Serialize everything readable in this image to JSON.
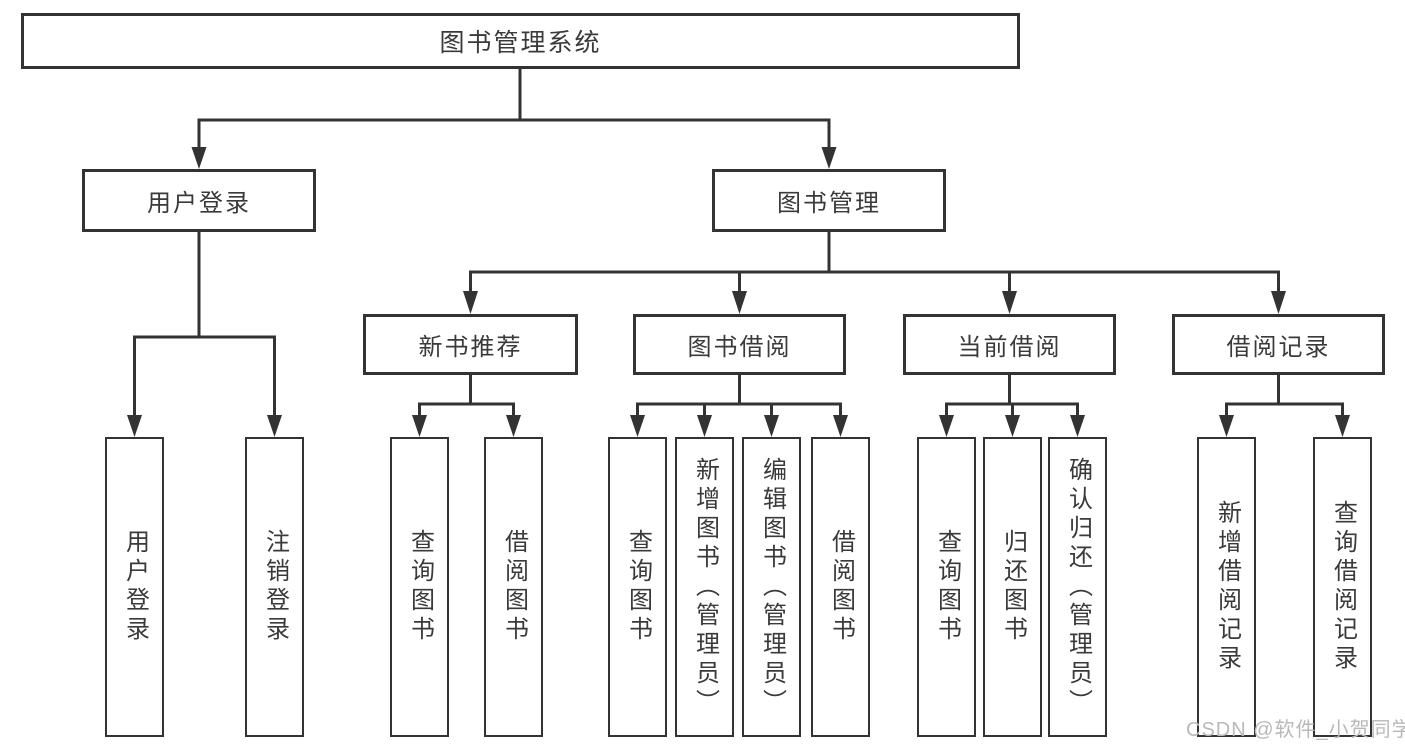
{
  "diagram": {
    "root": {
      "label": "图书管理系统"
    },
    "branches": [
      {
        "label": "用户登录",
        "children": [
          {
            "label": "用户登录"
          },
          {
            "label": "注销登录"
          }
        ]
      },
      {
        "label": "图书管理",
        "children": [
          {
            "label": "新书推荐",
            "children": [
              {
                "label": "查询图书"
              },
              {
                "label": "借阅图书"
              }
            ]
          },
          {
            "label": "图书借阅",
            "children": [
              {
                "label": "查询图书"
              },
              {
                "label": "新增图书（管理员）"
              },
              {
                "label": "编辑图书（管理员）"
              },
              {
                "label": "借阅图书"
              }
            ]
          },
          {
            "label": "当前借阅",
            "children": [
              {
                "label": "查询图书"
              },
              {
                "label": "归还图书"
              },
              {
                "label": "确认归还（管理员）"
              }
            ]
          },
          {
            "label": "借阅记录",
            "children": [
              {
                "label": "新增借阅记录"
              },
              {
                "label": "查询借阅记录"
              }
            ]
          }
        ]
      }
    ]
  },
  "watermark": {
    "text": "CSDN @软件_小贺同学"
  },
  "colors": {
    "background": "#ffffff",
    "line": "#333333",
    "box_border": "#333333",
    "text": "#3a3a3a",
    "watermark": "#b9b9b9"
  }
}
